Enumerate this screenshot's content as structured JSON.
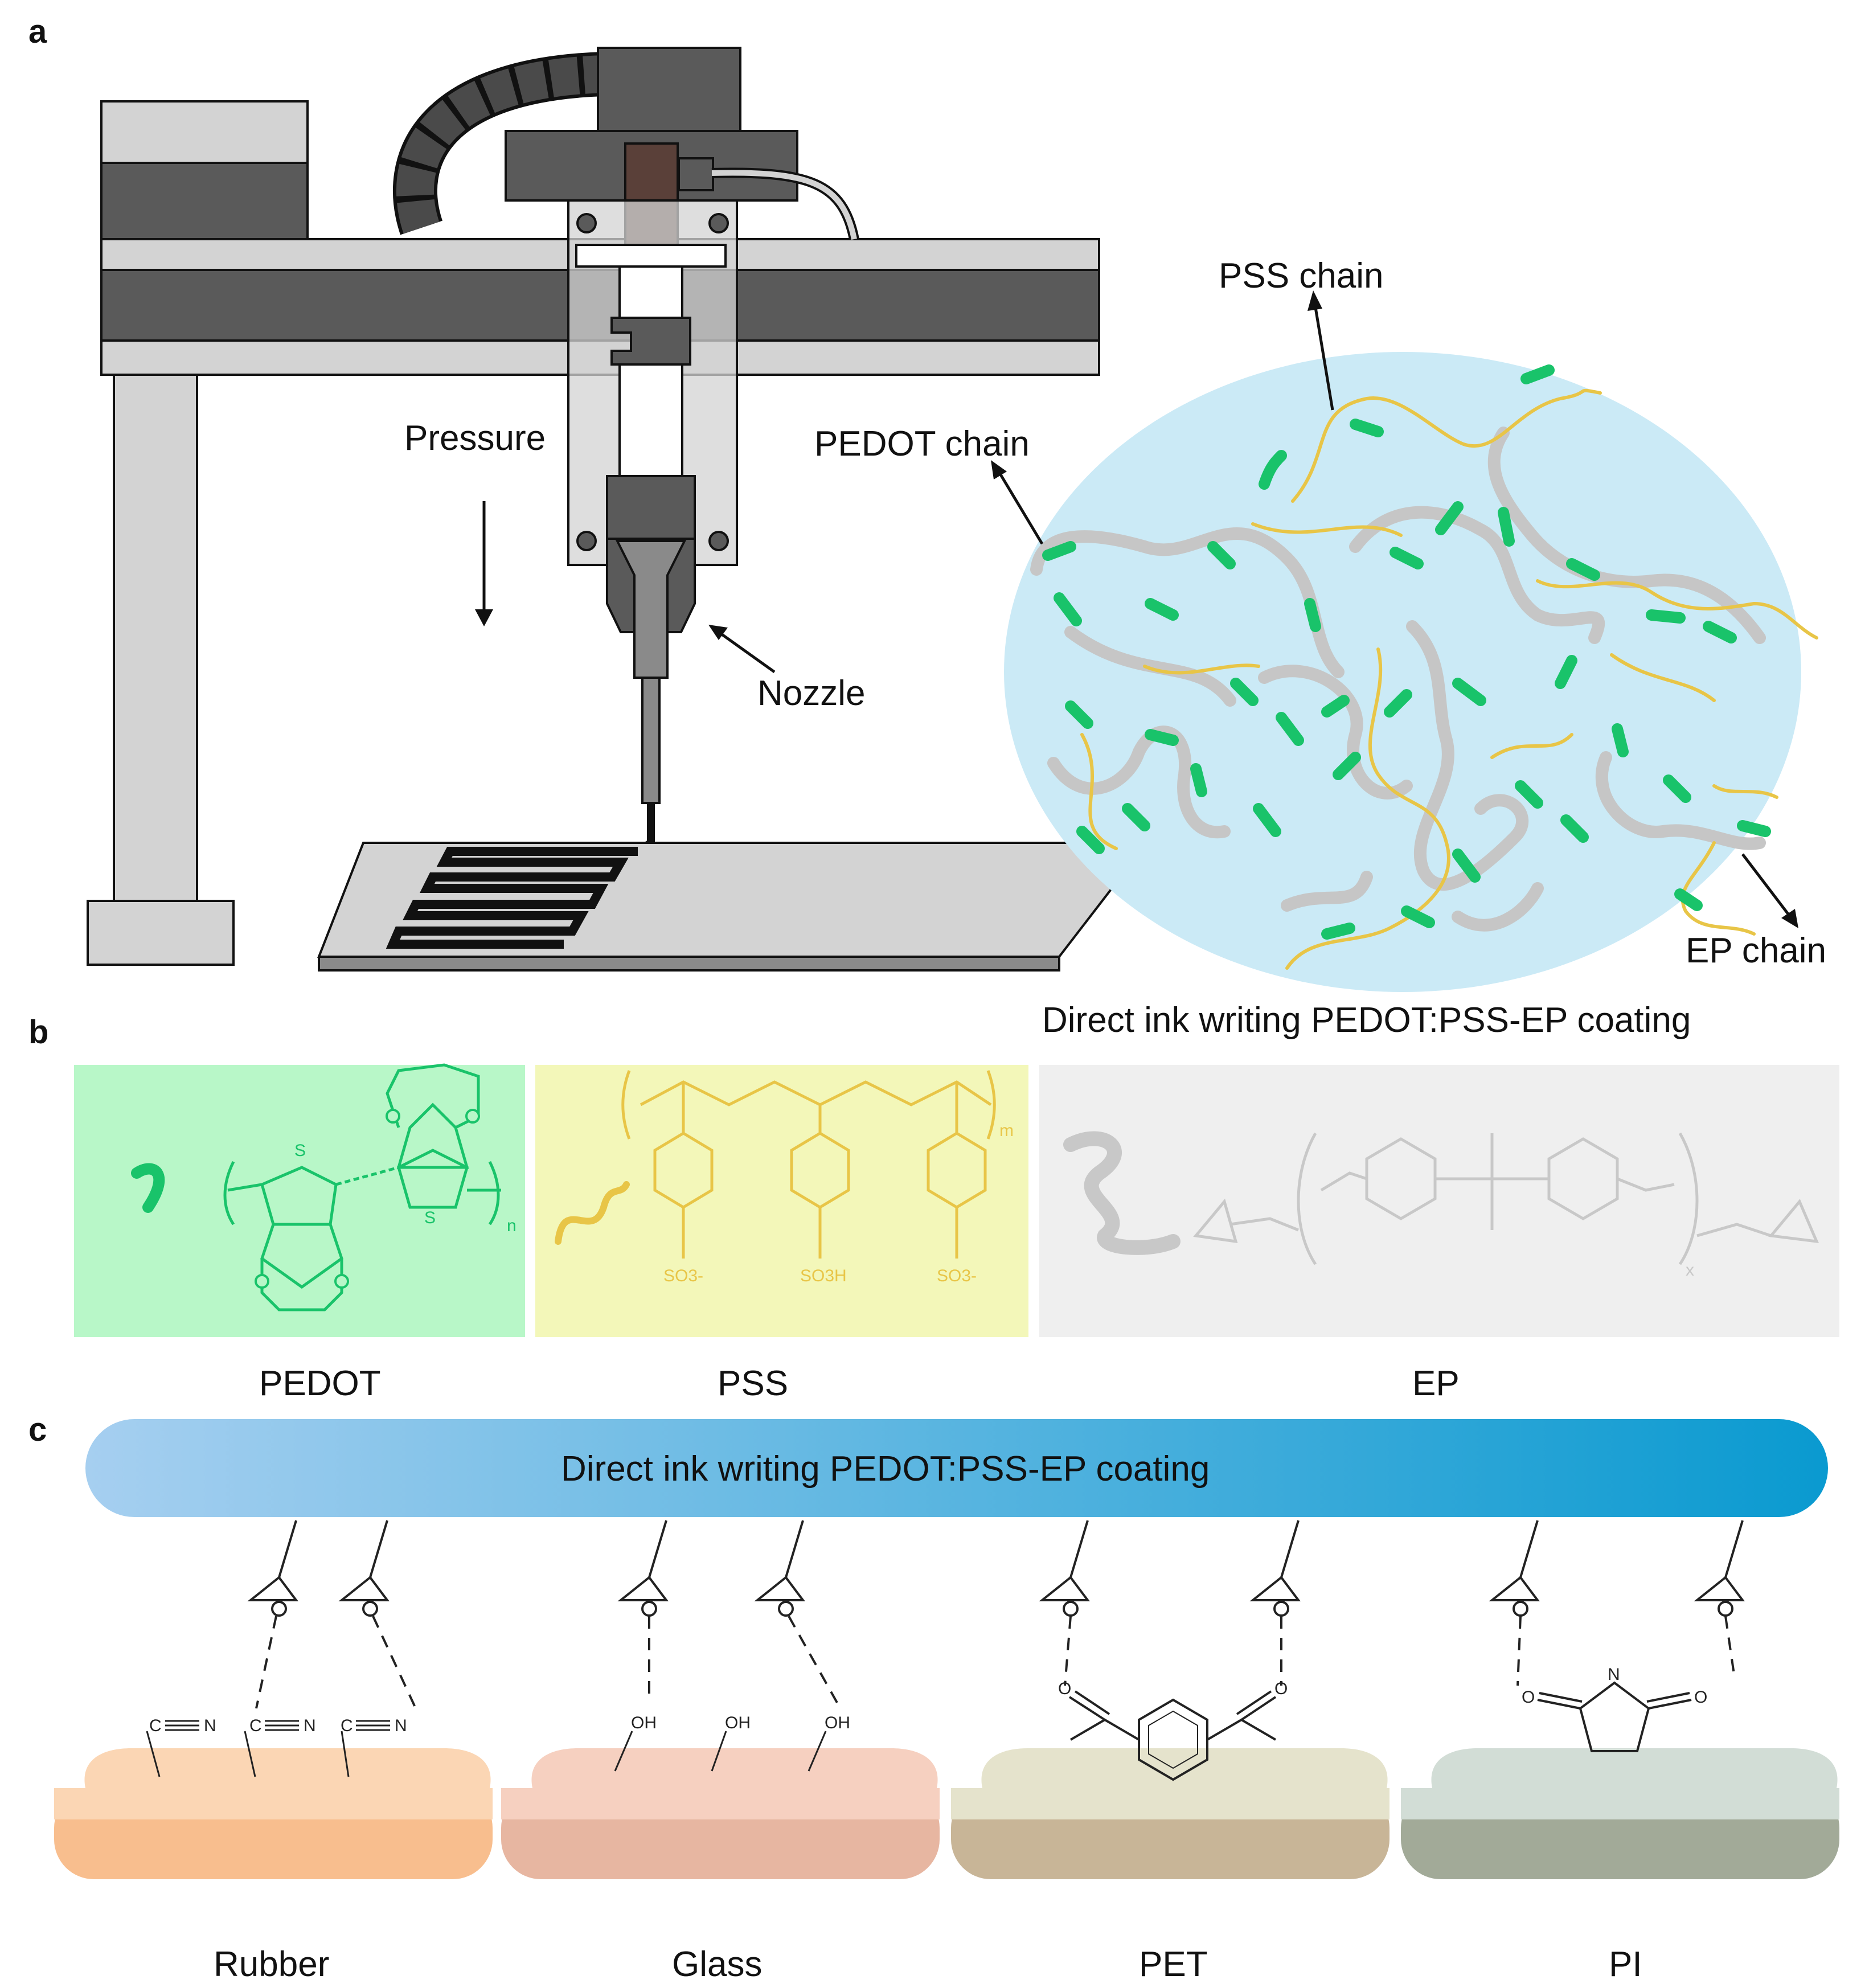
{
  "panels": {
    "a": {
      "letter": "a",
      "labels": {
        "pressure": "Pressure",
        "nozzle": "Nozzle",
        "pss_chain": "PSS chain",
        "pedot_chain": "PEDOT chain",
        "ep_chain": "EP chain"
      },
      "caption": "Direct ink writing PEDOT:PSS-EP coating"
    },
    "b": {
      "letter": "b",
      "pedot": {
        "name": "PEDOT",
        "atom_s": "S",
        "atom_o": "O",
        "subscript": "n",
        "color": "#19c36a",
        "bg": "#b8f7c8"
      },
      "pss": {
        "name": "PSS",
        "subscript": "m",
        "groups": [
          "SO3-",
          "SO3H",
          "SO3-"
        ],
        "color": "#e8c547",
        "bg": "#f3f7b9"
      },
      "ep": {
        "name": "EP",
        "subscript": "x",
        "color": "#c8c8c8",
        "bg": "#efefef"
      }
    },
    "c": {
      "letter": "c",
      "bar_title": "Direct ink writing PEDOT:PSS-EP coating",
      "substrates": [
        {
          "name": "Rubber",
          "group": "C≡N",
          "top": "#fbd6b4",
          "bottom": "#f8be8e"
        },
        {
          "name": "Glass",
          "group": "OH",
          "top": "#f6d0c0",
          "bottom": "#e7b6a1"
        },
        {
          "name": "PET",
          "group": "C=O",
          "top": "#e5e3cc",
          "bottom": "#c8b597"
        },
        {
          "name": "PI",
          "group": "N",
          "top": "#d2ddd6",
          "bottom": "#a2aa98"
        }
      ],
      "atoms": {
        "c": "C",
        "n": "N",
        "oh": "OH",
        "o": "O"
      }
    }
  }
}
